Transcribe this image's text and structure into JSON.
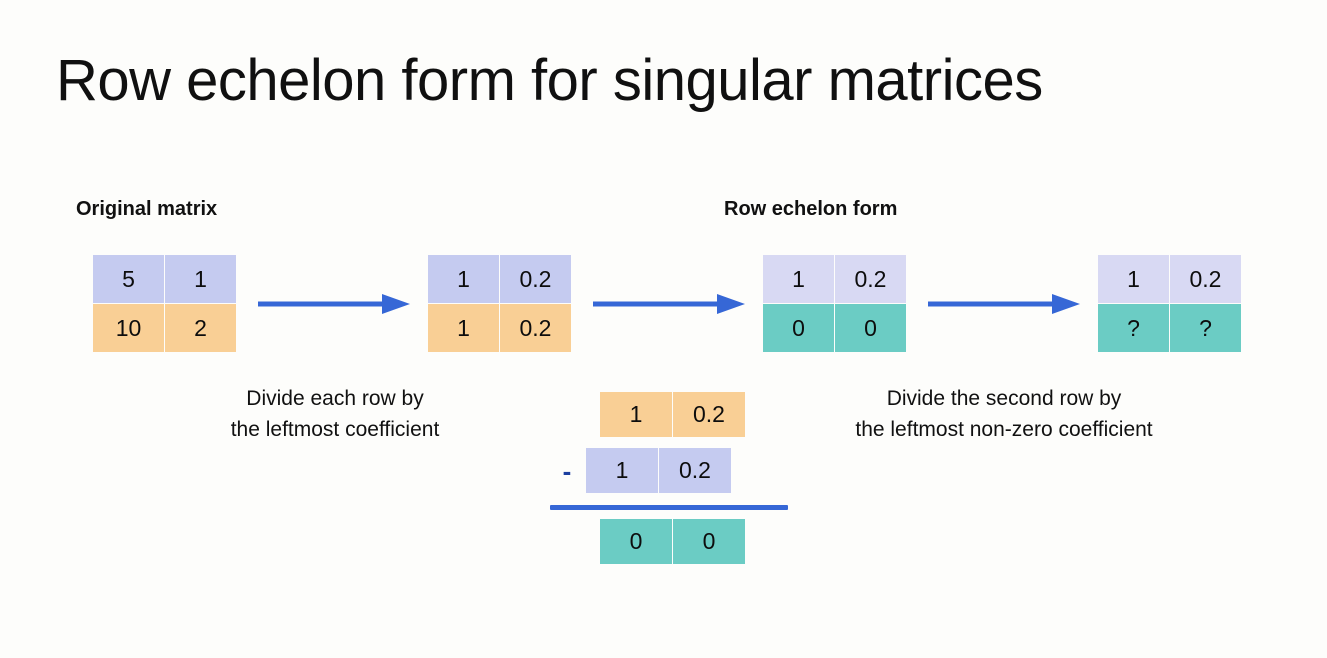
{
  "slide": {
    "title": "Row echelon form for singular matrices",
    "background_color": "#fdfdfb"
  },
  "colors": {
    "lavender": "#c5cbf0",
    "lavender_light": "#d8d9f3",
    "orange": "#f9cf95",
    "teal": "#6bccc4",
    "arrow_blue": "#3667d6",
    "text": "#111111"
  },
  "labels": {
    "original_matrix": "Original matrix",
    "row_echelon_form": "Row echelon form"
  },
  "matrices": [
    {
      "id": "matrix-1",
      "name": "original-matrix",
      "rows": [
        {
          "color": "lavender",
          "cells": [
            "5",
            "1"
          ]
        },
        {
          "color": "orange",
          "cells": [
            "10",
            "2"
          ]
        }
      ]
    },
    {
      "id": "matrix-2",
      "name": "divided-matrix",
      "rows": [
        {
          "color": "lavender",
          "cells": [
            "1",
            "0.2"
          ]
        },
        {
          "color": "orange",
          "cells": [
            "1",
            "0.2"
          ]
        }
      ]
    },
    {
      "id": "matrix-3",
      "name": "row-echelon-matrix",
      "rows": [
        {
          "color": "lavender_light",
          "cells": [
            "1",
            "0.2"
          ]
        },
        {
          "color": "teal",
          "cells": [
            "0",
            "0"
          ]
        }
      ]
    },
    {
      "id": "matrix-4",
      "name": "unknown-second-row-matrix",
      "rows": [
        {
          "color": "lavender_light",
          "cells": [
            "1",
            "0.2"
          ]
        },
        {
          "color": "teal",
          "cells": [
            "?",
            "?"
          ]
        }
      ]
    }
  ],
  "arrows": [
    {
      "name": "arrow-step-1"
    },
    {
      "name": "arrow-step-2"
    },
    {
      "name": "arrow-step-3"
    }
  ],
  "captions": {
    "left": "Divide each row by\nthe leftmost coefficient",
    "right": "Divide the second row by\nthe leftmost non-zero coefficient"
  },
  "work_area": {
    "operator": "-",
    "minuend": {
      "color": "orange",
      "cells": [
        "1",
        "0.2"
      ]
    },
    "subtrahend": {
      "color": "lavender",
      "cells": [
        "1",
        "0.2"
      ]
    },
    "result": {
      "color": "teal",
      "cells": [
        "0",
        "0"
      ]
    }
  }
}
